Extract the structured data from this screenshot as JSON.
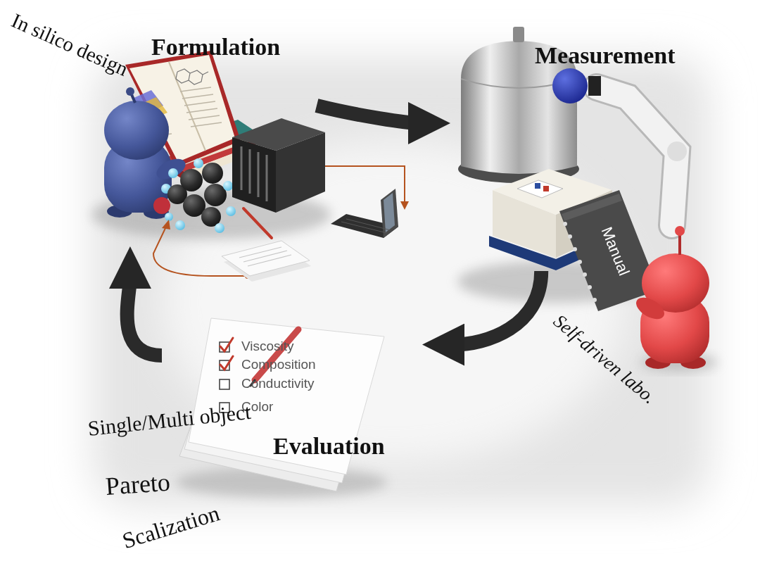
{
  "diagram": {
    "nodes": [
      {
        "text": [
          "Formulation"
        ]
      },
      {
        "text": [
          "Measurement"
        ]
      },
      {
        "text": [
          "Evaluation"
        ]
      }
    ],
    "edges": [
      {
        "from": 0,
        "to": 1,
        "arrow": "to"
      },
      {
        "from": 1,
        "to": 2,
        "arrow": "to"
      },
      {
        "from": 2,
        "to": 0,
        "arrow": "to"
      }
    ],
    "labels": [
      "In silico design",
      "Self-driven labo.",
      "Viscosity",
      "Composition",
      "Conductivity",
      "Color",
      "Manual",
      "Single/Multi object",
      "Pareto",
      "Scalization"
    ]
  }
}
